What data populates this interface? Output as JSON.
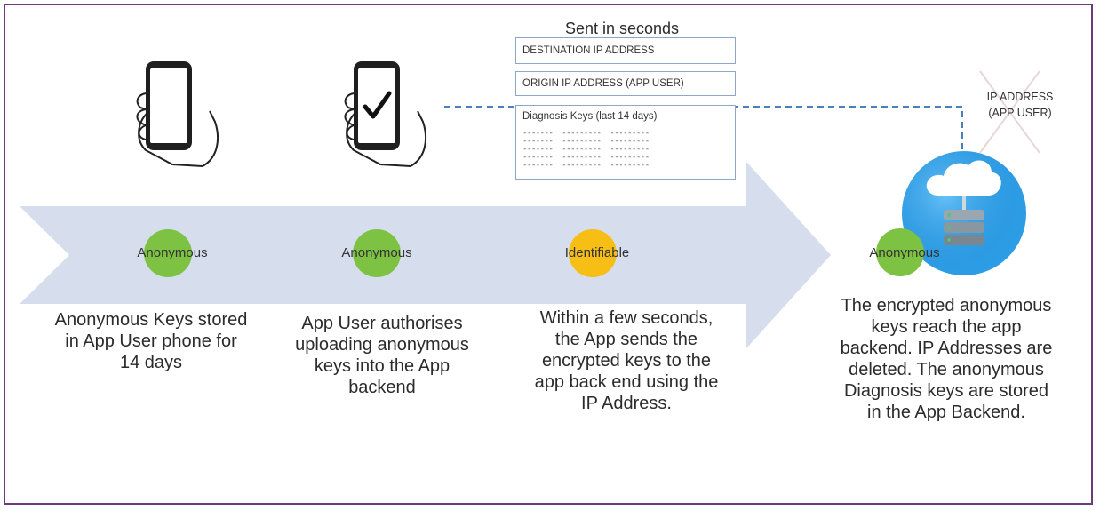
{
  "packet": {
    "heading": "Sent in seconds",
    "destination": "DESTINATION IP ADDRESS",
    "origin": "ORIGIN IP ADDRESS (APP USER)",
    "diagnosis_title": "Diagnosis Keys (last 14 days)",
    "dash_line": "-------  ---------  ---------"
  },
  "ip_removed": {
    "line1": "IP ADDRESS",
    "line2": "(APP USER)"
  },
  "stages": [
    {
      "label": "Anonymous",
      "badge_color": "#7dc242",
      "description": [
        "Anonymous Keys stored",
        "in App User phone for",
        "14 days"
      ]
    },
    {
      "label": "Anonymous",
      "badge_color": "#7dc242",
      "description": [
        "App User authorises",
        "uploading anonymous",
        "keys into the App",
        "backend"
      ]
    },
    {
      "label": "Identifiable",
      "badge_color": "#f7be16",
      "description": [
        "Within a few seconds,",
        "the App sends the",
        "encrypted keys to the",
        "app back end using the",
        "IP Address."
      ]
    },
    {
      "label": "Anonymous",
      "badge_color": "#7dc242",
      "description": [
        "The encrypted anonymous",
        "keys reach the app",
        "backend. IP Addresses are",
        "deleted. The anonymous",
        "Diagnosis keys are stored",
        "in the App Backend."
      ]
    }
  ],
  "colors": {
    "arrow_fill": "#d6dded",
    "connector": "#4a7fb8",
    "frame": "#6b3b7a",
    "cloud_bg": "#2d9ee6"
  },
  "icons": [
    "phone-in-hand-icon",
    "phone-check-icon",
    "cloud-server-icon",
    "cross-out-icon"
  ]
}
